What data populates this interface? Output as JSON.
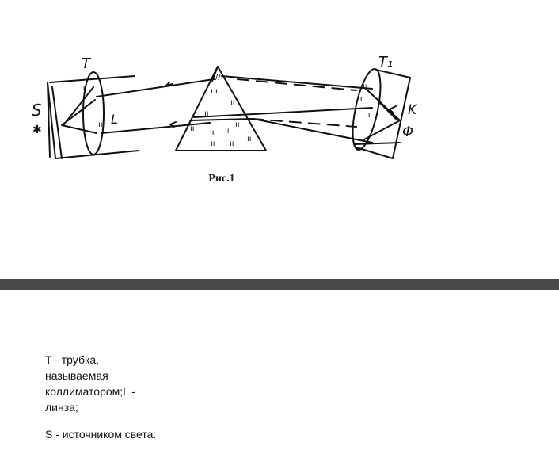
{
  "figure": {
    "caption": "Рис.1",
    "labels": {
      "tube_left": "T",
      "tube_right": "T₁",
      "source": "S",
      "lens": "L",
      "k": "K",
      "phi": "Φ"
    }
  },
  "text": {
    "paragraph_1": "T - трубка, называемая коллиматором;L - линза;",
    "paragraph_2": "S - источником света."
  }
}
